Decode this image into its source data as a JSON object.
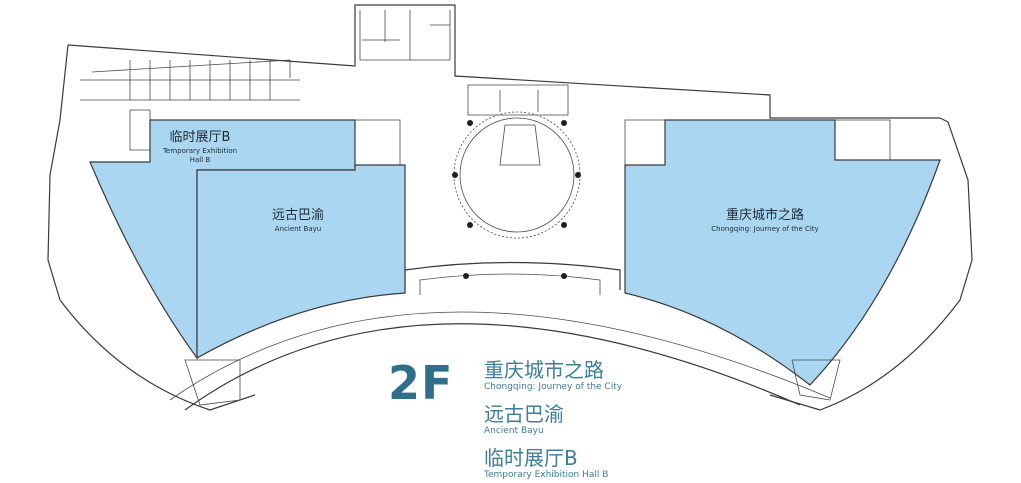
{
  "floor": {
    "label": "2F"
  },
  "halls": [
    {
      "id": "temp-hall-b",
      "name_cn": "临时展厅B",
      "name_en_line1": "Temporary Exhibition",
      "name_en_line2": "Hall B"
    },
    {
      "id": "ancient-bayu",
      "name_cn": "远古巴渝",
      "name_en": "Ancient Bayu"
    },
    {
      "id": "journey-city",
      "name_cn": "重庆城市之路",
      "name_en": "Chongqing: Journey of the City"
    }
  ],
  "legend": [
    {
      "name_cn": "重庆城市之路",
      "name_en": "Chongqing: Journey of the City"
    },
    {
      "name_cn": "远古巴渝",
      "name_en": "Ancient Bayu"
    },
    {
      "name_cn": "临时展厅B",
      "name_en": "Temporary Exhibition Hall B"
    }
  ],
  "colors": {
    "hall_fill": "#aad6f2",
    "wall": "#3a3a3a",
    "legend_text": "#3f7e99",
    "floor_label": "#2f6f8c"
  }
}
